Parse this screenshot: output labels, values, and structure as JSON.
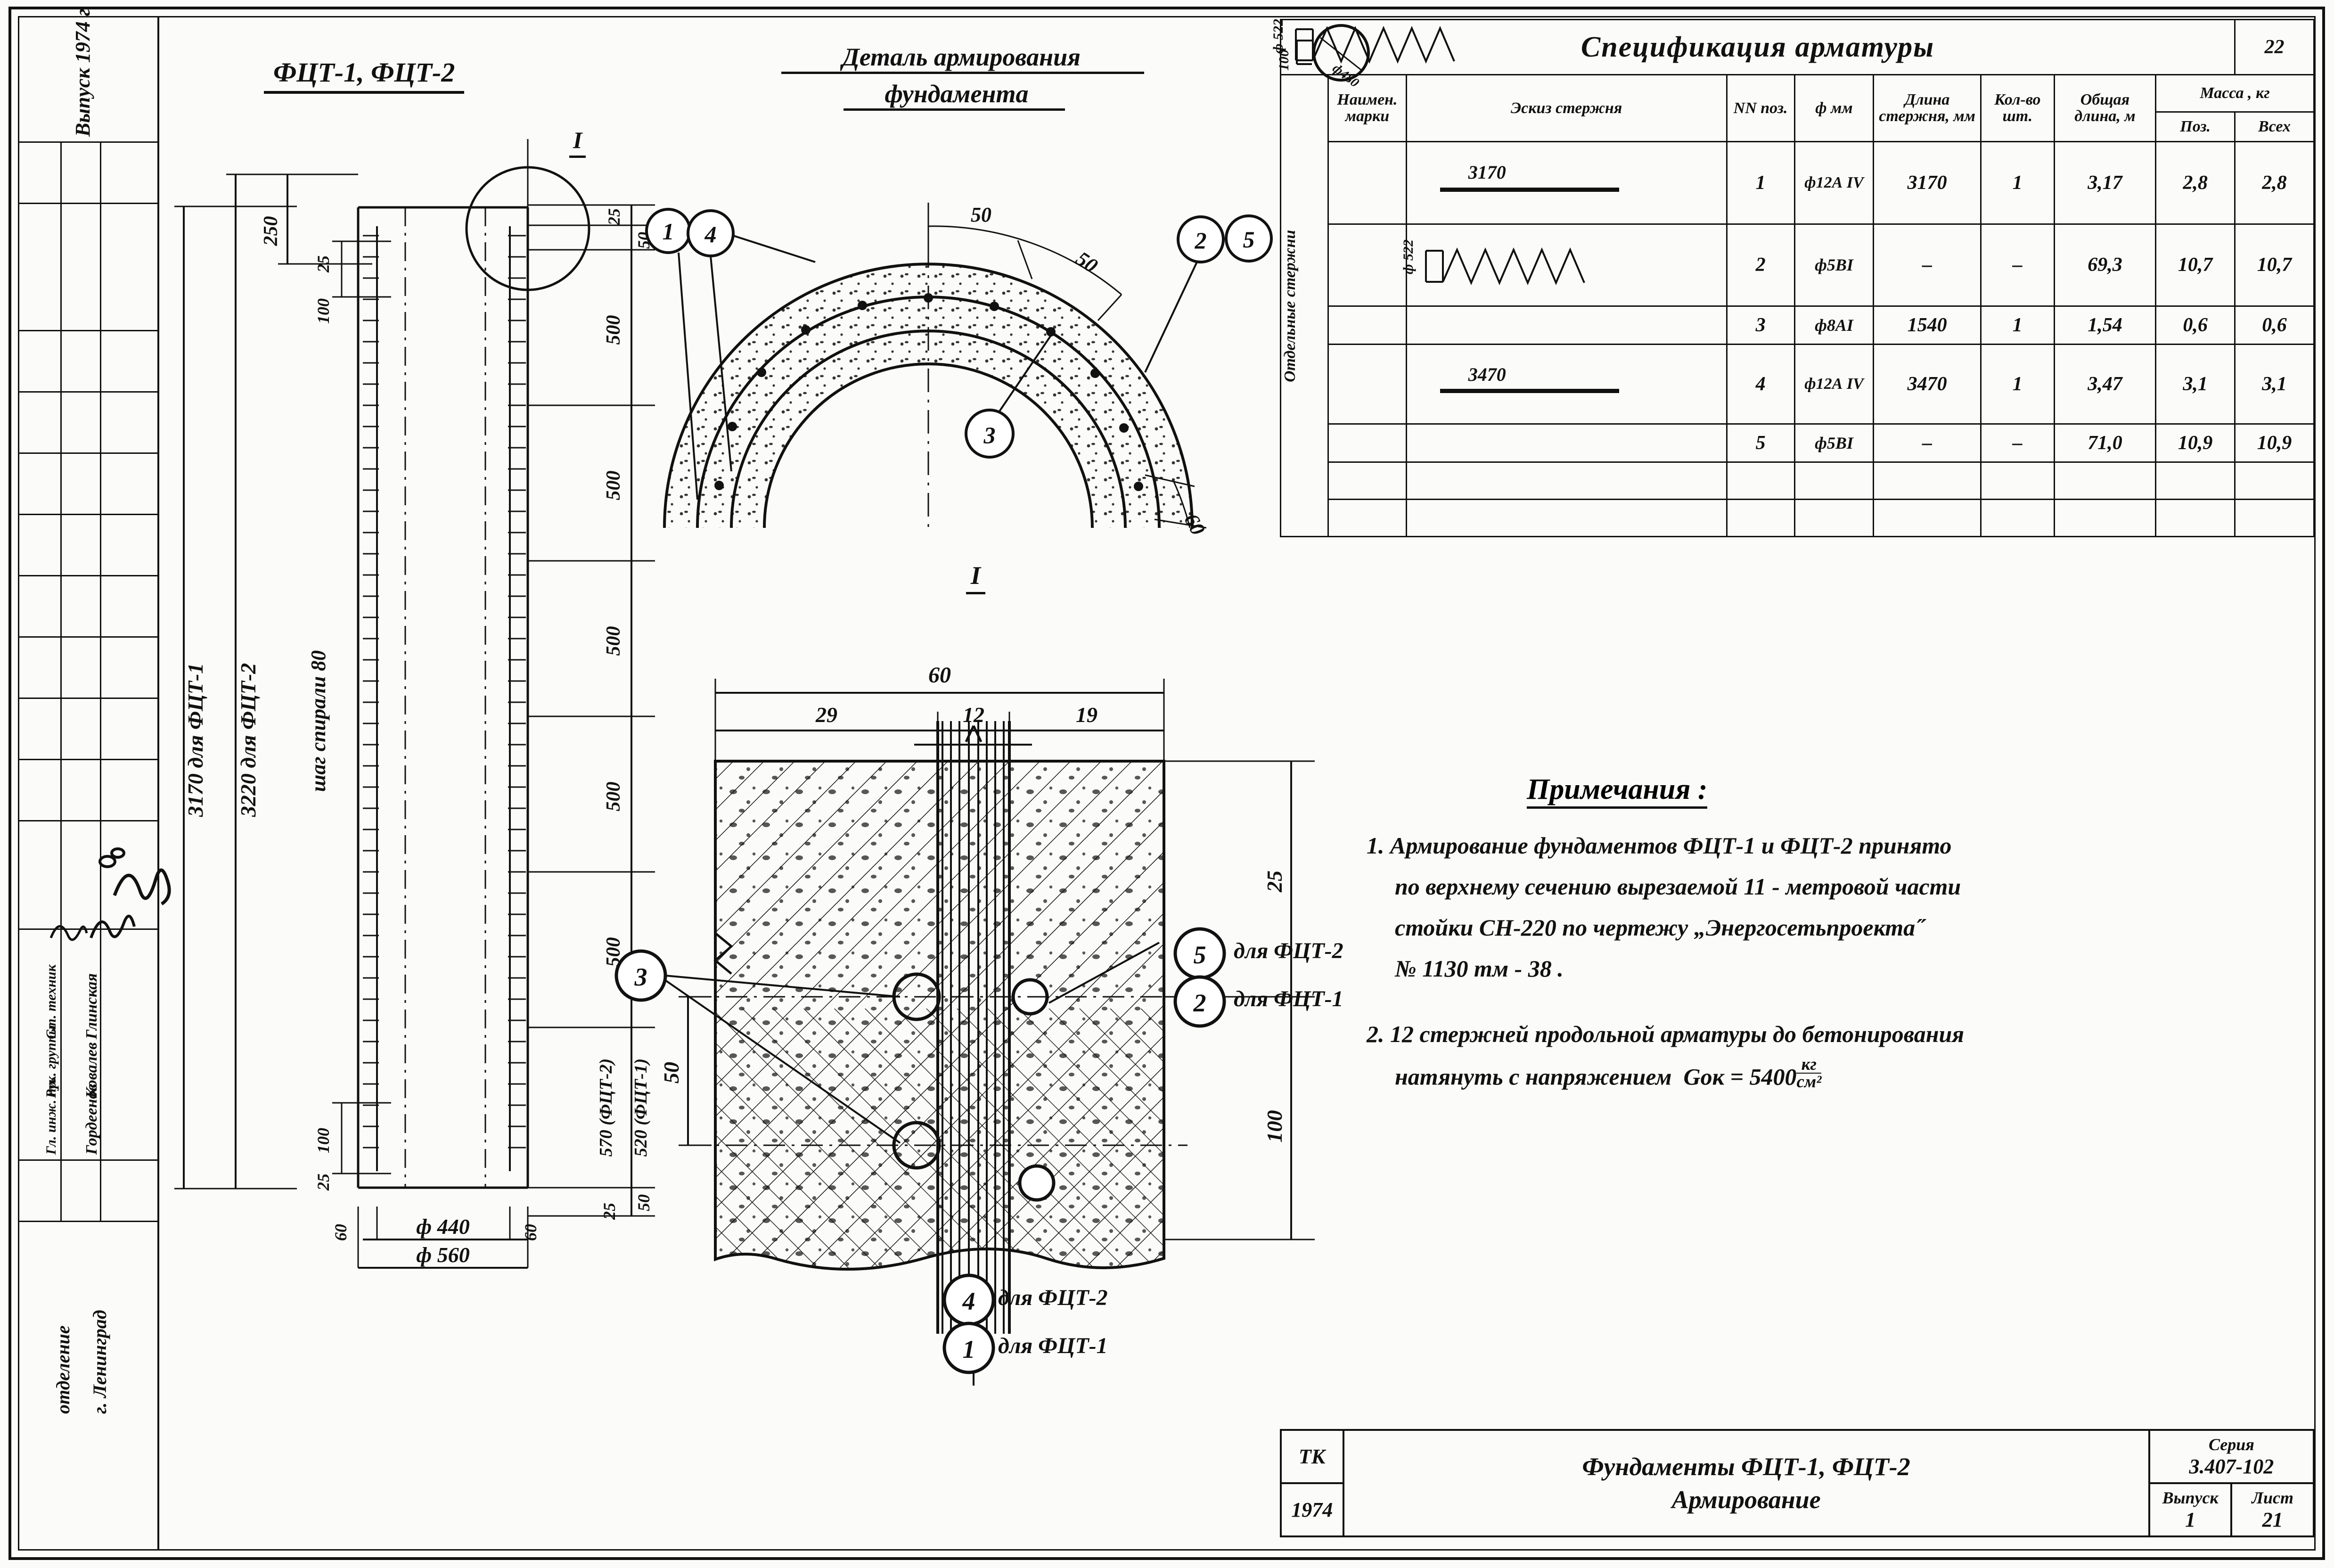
{
  "sheet": {
    "left_margin": {
      "issue_year": "Выпуск 1974 г",
      "signatures": [
        {
          "role": "Гл. инж. пр.",
          "name": "Гордеенов"
        },
        {
          "role": "Рук. группы",
          "name": "Ковалев"
        },
        {
          "role": "Ст. техник",
          "name": "Глинская"
        }
      ],
      "branch_line1": "отделение",
      "branch_line2": "г. Ленинград"
    }
  },
  "elevation": {
    "title": "ФЦТ-1,  ФЦТ-2",
    "section_mark": "I",
    "left_dims": [
      "250",
      "25",
      "100"
    ],
    "length_labels": [
      "3170  для  ФЦТ-1",
      "3220  для  ФЦТ-2"
    ],
    "pitch_label_top": "шаг  спирали  80",
    "right_dims": [
      "25",
      "50",
      "500",
      "500",
      "500",
      "500",
      "500"
    ],
    "bottom_right_dims": [
      "570 (ФЦТ-2)",
      "520 (ФЦТ-1)",
      "50",
      "25"
    ],
    "bottom_left_dims": [
      "25",
      "100"
    ],
    "width_dims": {
      "outer": "ф 560",
      "inner": "ф 440",
      "cover_left": "60",
      "cover_right": "60"
    }
  },
  "arch_detail": {
    "title_line1": "Деталь  армирования",
    "title_line2": "фундамента",
    "dims": [
      "50",
      "50",
      "60"
    ],
    "callouts": [
      "1",
      "4",
      "2",
      "5",
      "3"
    ]
  },
  "section_i": {
    "label": "I",
    "top_dims": {
      "total": "60",
      "parts": [
        "29",
        "12",
        "19"
      ]
    },
    "left_dims": [
      "25",
      "50",
      "100"
    ],
    "callouts": [
      {
        "num": "3",
        "note": ""
      },
      {
        "num": "5",
        "note": "для ФЦТ-2"
      },
      {
        "num": "2",
        "note": "для ФЦТ-1"
      },
      {
        "num": "4",
        "note": "для ФЦТ-2"
      },
      {
        "num": "1",
        "note": "для ФЦТ-1"
      }
    ]
  },
  "spec": {
    "title": "Спецификация     арматуры",
    "sheet_no": "22",
    "headers": {
      "mark": "Наимен. марки",
      "sketch": "Эскиз  стержня",
      "pos": "NN поз.",
      "dia": "ф мм",
      "len": "Длина стержня, мм",
      "qty": "Кол-во шт.",
      "total_len": "Общая длина, м",
      "mass": "Масса , кг",
      "mass_pos": "Поз.",
      "mass_all": "Всех"
    },
    "group_label": "Отдельные стержни",
    "rows": [
      {
        "sketch": "3170",
        "sketch_type": "straight",
        "pos": "1",
        "dia": "ф12А IV",
        "len": "3170",
        "qty": "1",
        "total_len": "3,17",
        "mass_pos": "2,8",
        "mass_all": "2,8"
      },
      {
        "sketch": "ф 522",
        "sketch_type": "spiral",
        "pos": "2",
        "dia": "ф5ВI",
        "len": "–",
        "qty": "–",
        "total_len": "69,3",
        "mass_pos": "10,7",
        "mass_all": "10,7"
      },
      {
        "sketch": "ф 480",
        "sketch_type": "ring",
        "sketch_aux": "100",
        "pos": "3",
        "dia": "ф8АI",
        "len": "1540",
        "qty": "1",
        "total_len": "1,54",
        "mass_pos": "0,6",
        "mass_all": "0,6"
      },
      {
        "sketch": "3470",
        "sketch_type": "straight",
        "pos": "4",
        "dia": "ф12А IV",
        "len": "3470",
        "qty": "1",
        "total_len": "3,47",
        "mass_pos": "3,1",
        "mass_all": "3,1"
      },
      {
        "sketch": "ф 522",
        "sketch_type": "spiral",
        "pos": "5",
        "dia": "ф5ВI",
        "len": "–",
        "qty": "–",
        "total_len": "71,0",
        "mass_pos": "10,9",
        "mass_all": "10,9"
      },
      {
        "sketch": "",
        "sketch_type": "empty",
        "pos": "",
        "dia": "",
        "len": "",
        "qty": "",
        "total_len": "",
        "mass_pos": "",
        "mass_all": ""
      },
      {
        "sketch": "",
        "sketch_type": "empty",
        "pos": "",
        "dia": "",
        "len": "",
        "qty": "",
        "total_len": "",
        "mass_pos": "",
        "mass_all": ""
      }
    ]
  },
  "notes": {
    "title": "Примечания :",
    "items": [
      "1. Армирование  фундаментов  ФЦТ-1  и  ФЦТ-2  принято",
      "по верхнему  сечению  вырезаемой  11 - метровой  части",
      "стойки  СН-220  по  чертежу „Энергосетьпроекта˝",
      "№ 1130 тм - 38 .",
      "2. 12 стержней  продольной  арматуры  до  бетонирования",
      "натянуть  с  напряжением  Gок = 5400 кг/см²"
    ],
    "note2_stress_value": "5400",
    "note2_stress_sym": "Gок",
    "note2_units_num": "кг",
    "note2_units_den": "см²"
  },
  "title_block": {
    "org": "ТК",
    "year": "1974",
    "title_line1": "Фундаменты  ФЦТ-1, ФЦТ-2",
    "title_line2": "Армирование",
    "series_label": "Серия",
    "series_value": "3.407-102",
    "issue_label": "Выпуск",
    "issue_value": "1",
    "sheet_label": "Лист",
    "sheet_value": "21"
  }
}
